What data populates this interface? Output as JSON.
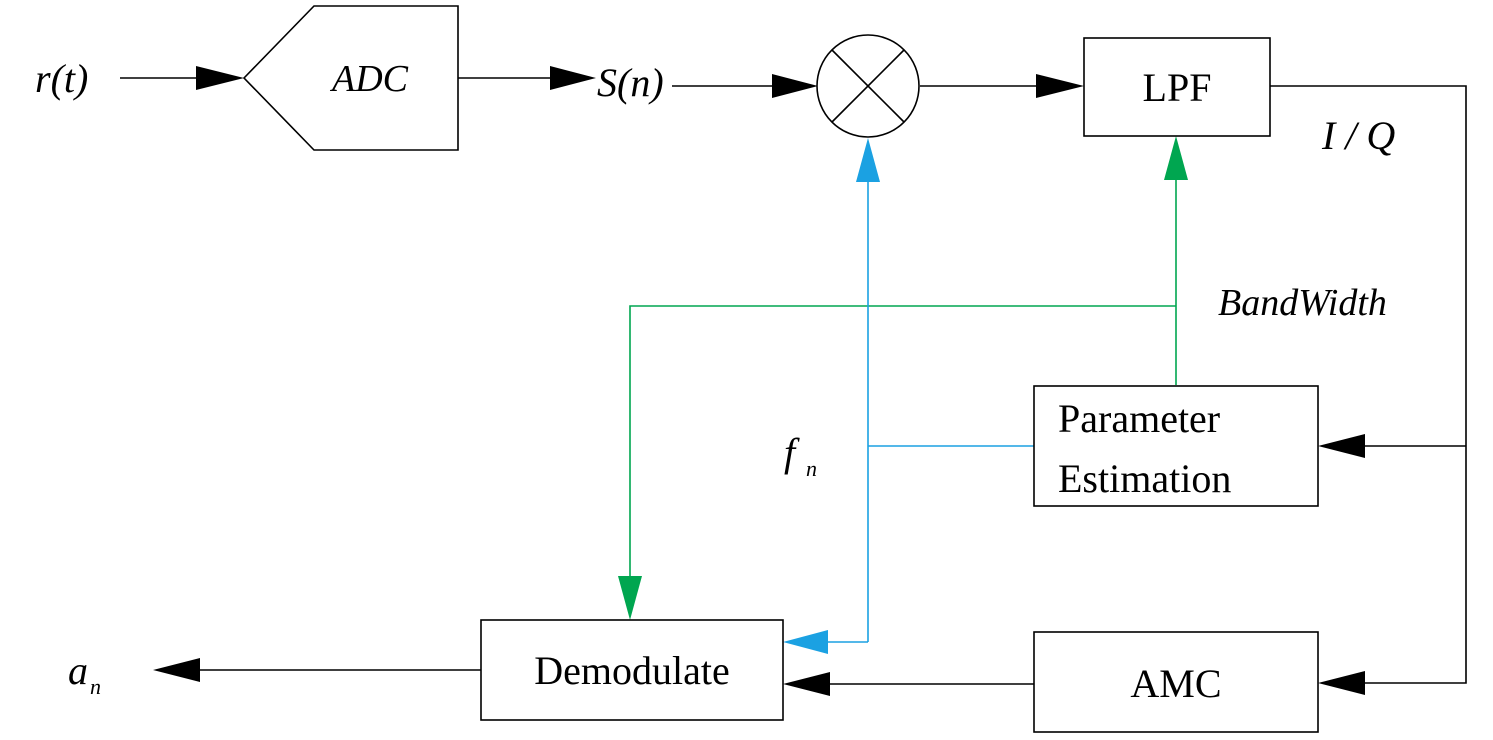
{
  "blocks": {
    "adc": "ADC",
    "lpf": "LPF",
    "param_line1": "Parameter",
    "param_line2": "Estimation",
    "demodulate": "Demodulate",
    "amc": "AMC"
  },
  "signals": {
    "input": "r(t)",
    "sampled": "S(n)",
    "iq": "I / Q",
    "bandwidth": "BandWidth",
    "freq_base": "f",
    "freq_sub": "n",
    "output_base": "a",
    "output_sub": "n"
  },
  "colors": {
    "main_path": "#000000",
    "bandwidth_path": "#00a650",
    "frequency_path": "#1ba1e2"
  },
  "icons": {
    "mixer": "multiplier-circle-icon"
  }
}
